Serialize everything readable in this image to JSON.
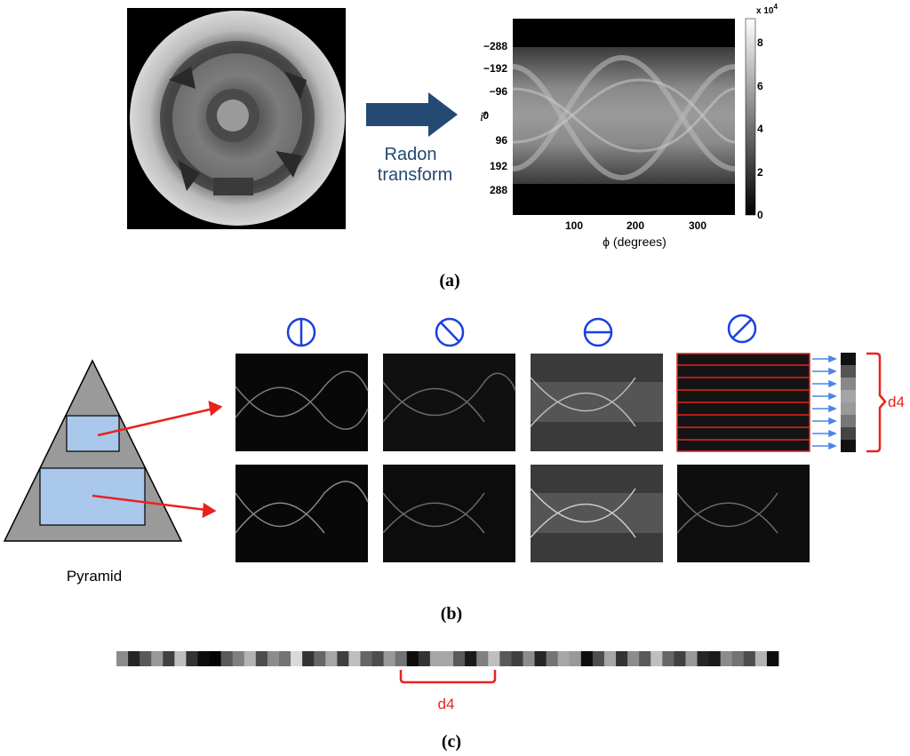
{
  "panel_a": {
    "caption": "(a)",
    "arrow_label_line1": "Radon",
    "arrow_label_line2": "transform",
    "sinogram": {
      "ylabel": "i′",
      "xlabel": "ϕ (degrees)",
      "yticks": [
        "−288",
        "−192",
        "−96",
        "0",
        "96",
        "192",
        "288"
      ],
      "xticks": [
        "100",
        "200",
        "300"
      ],
      "colorbar_ticks": [
        "8",
        "6",
        "4",
        "2",
        "0"
      ],
      "colorbar_exponent_base": "x 10",
      "colorbar_exponent_power": "4"
    }
  },
  "panel_b": {
    "caption": "(b)",
    "pyramid_label": "Pyramid",
    "descriptor_label": "d4",
    "orientation_icons": [
      "vertical-line-circle-icon",
      "diagonal-backslash-circle-icon",
      "horizontal-line-circle-icon",
      "diagonal-slash-circle-icon"
    ],
    "colors": {
      "icon": "#1a3fe0",
      "annotation": "#e8231c",
      "arrow_blue": "#4a86e8",
      "pyramid_fill": "#9a9a9a",
      "level_fill": "#a9c8ec"
    }
  },
  "panel_c": {
    "caption": "(c)",
    "descriptor_label": "d4",
    "cells": [
      0.55,
      0.15,
      0.35,
      0.6,
      0.25,
      0.75,
      0.2,
      0.05,
      0.02,
      0.35,
      0.5,
      0.7,
      0.3,
      0.55,
      0.45,
      0.85,
      0.2,
      0.4,
      0.65,
      0.25,
      0.75,
      0.4,
      0.3,
      0.6,
      0.45,
      0.05,
      0.2,
      0.65,
      0.65,
      0.35,
      0.1,
      0.5,
      0.75,
      0.35,
      0.25,
      0.55,
      0.15,
      0.45,
      0.65,
      0.6,
      0.05,
      0.3,
      0.65,
      0.2,
      0.55,
      0.35,
      0.75,
      0.4,
      0.25,
      0.6,
      0.15,
      0.1,
      0.55,
      0.45,
      0.3,
      0.7,
      0.05
    ]
  }
}
